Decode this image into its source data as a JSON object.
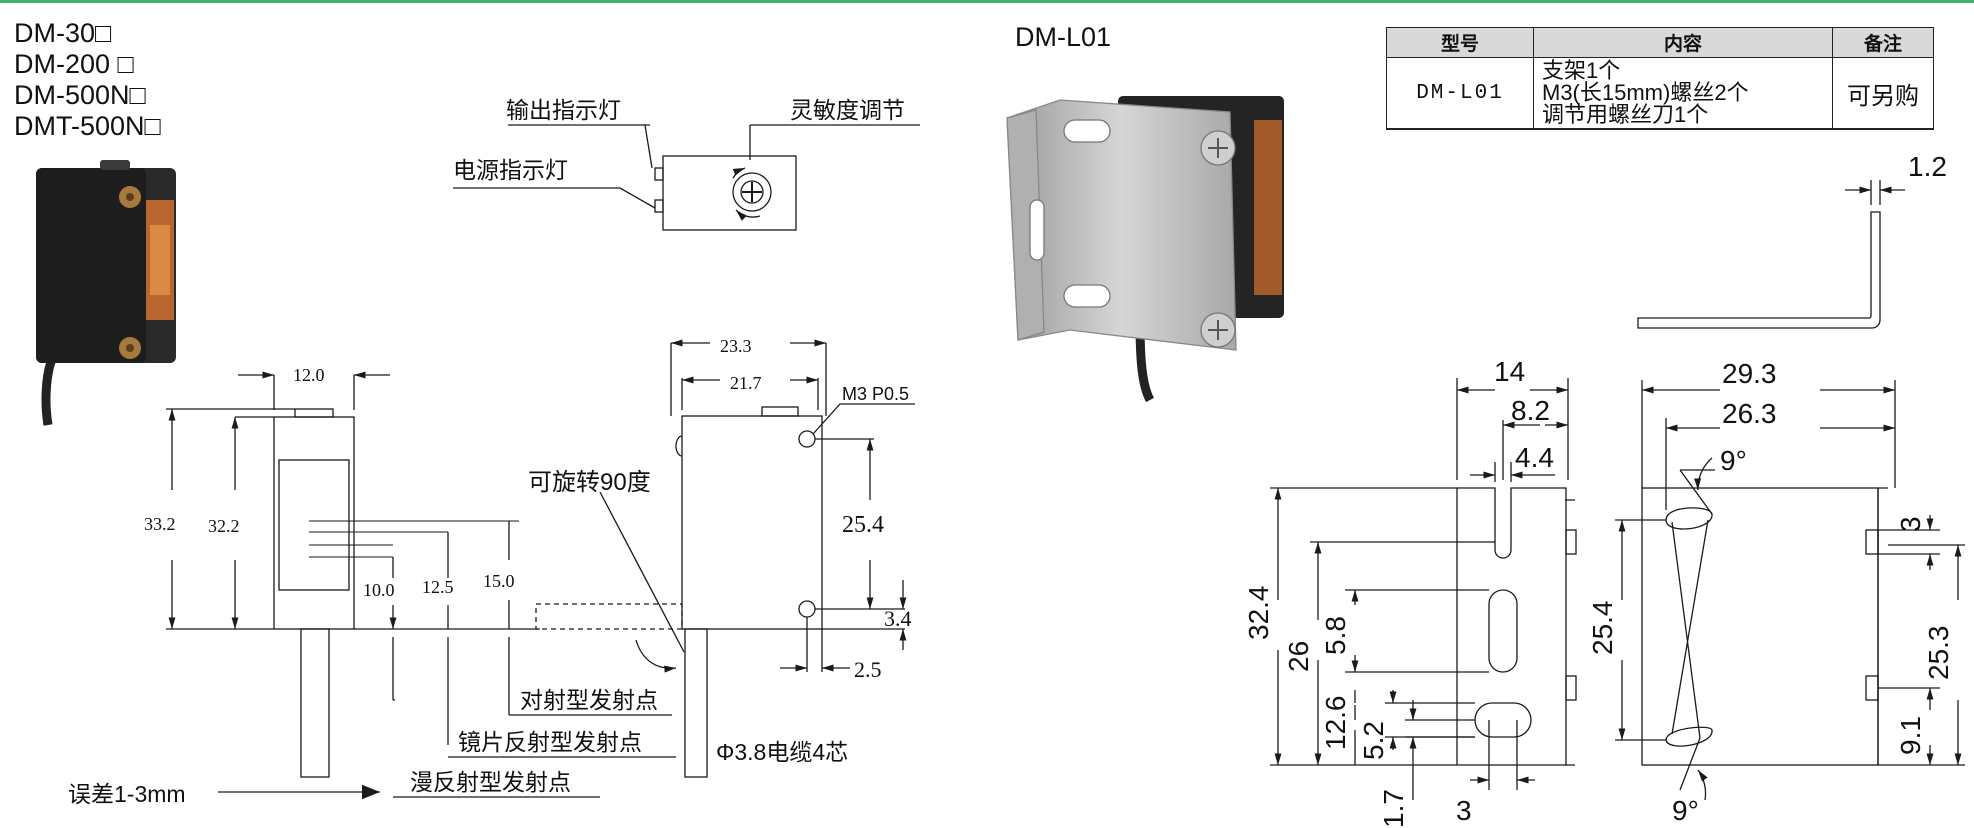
{
  "models": [
    "DM-30□",
    "DM-200 □",
    "DM-500N□",
    "DMT-500N□"
  ],
  "bracket_title": "DM-L01",
  "table": {
    "headers": [
      "型号",
      "内容",
      "备注"
    ],
    "row": {
      "model": "DM-L01",
      "content": [
        "支架1个",
        "M3(长15mm)螺丝2个",
        "调节用螺丝刀1个"
      ],
      "note": "可另购"
    }
  },
  "labels": {
    "output_led": "输出指示灯",
    "sensitivity": "灵敏度调节",
    "power_led": "电源指示灯",
    "rotatable": "可旋转90度",
    "thru_beam": "对射型发射点",
    "mirror": "镜片反射型发射点",
    "diffuse": "漫反射型发射点",
    "tolerance": "误差1-3mm",
    "cable": "Φ3.8电缆4芯",
    "screw": "M3 P0.5"
  },
  "dims_sensor": {
    "width": "12.0",
    "h_outer": "33.2",
    "h_inner": "32.2",
    "e10": "10.0",
    "e12": "12.5",
    "e15": "15.0",
    "w233": "23.3",
    "w217": "21.7",
    "d254": "25.4",
    "d34": "3.4",
    "d25": "2.5"
  },
  "dims_bracket": {
    "t12": "1.2",
    "w14": "14",
    "w82": "8.2",
    "w44": "4.4",
    "h324": "32.4",
    "h26": "26",
    "h58": "5.8",
    "h126": "12.6",
    "h52": "5.2",
    "h17": "1.7",
    "w3": "3",
    "w293": "29.3",
    "w263": "26.3",
    "a9top": "9°",
    "a9bot": "9°",
    "h254": "25.4",
    "s3": "3",
    "h253": "25.3",
    "h91": "9.1"
  },
  "colors": {
    "accent": "#3cb371",
    "line": "#1a1a1a",
    "sensor_body": "#262626",
    "lens": "#c8733a",
    "bracket": "#bfbfbf"
  }
}
